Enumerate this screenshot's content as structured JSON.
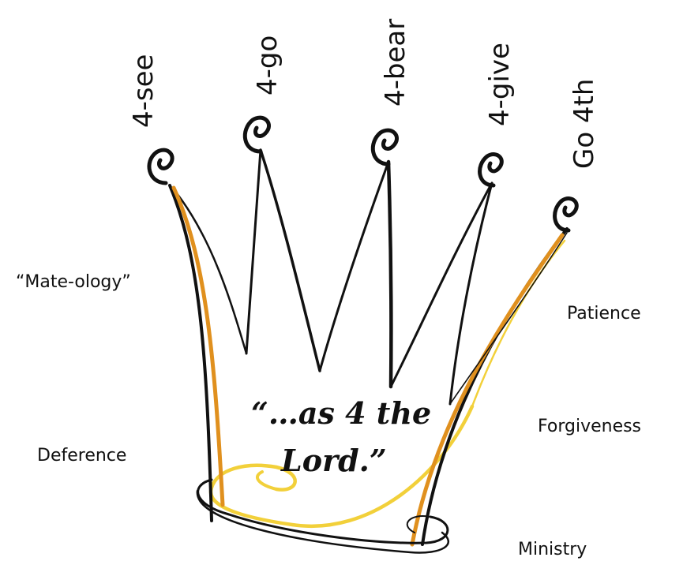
{
  "diagram": {
    "tips": [
      "4-see",
      "4-go",
      "4-bear",
      "4-give",
      "Go 4th"
    ],
    "left_labels": [
      "“Mate-ology”",
      "Deference"
    ],
    "right_labels": [
      "Patience",
      "Forgiveness",
      "Ministry"
    ],
    "motto": [
      "“…as 4 the",
      "Lord.”"
    ]
  },
  "colors": {
    "ink": "#111111",
    "orange_accent": "#e0901e",
    "yellow_accent": "#f2d03a"
  },
  "icons": [
    "crown-icon",
    "spiral-finial-icon"
  ]
}
